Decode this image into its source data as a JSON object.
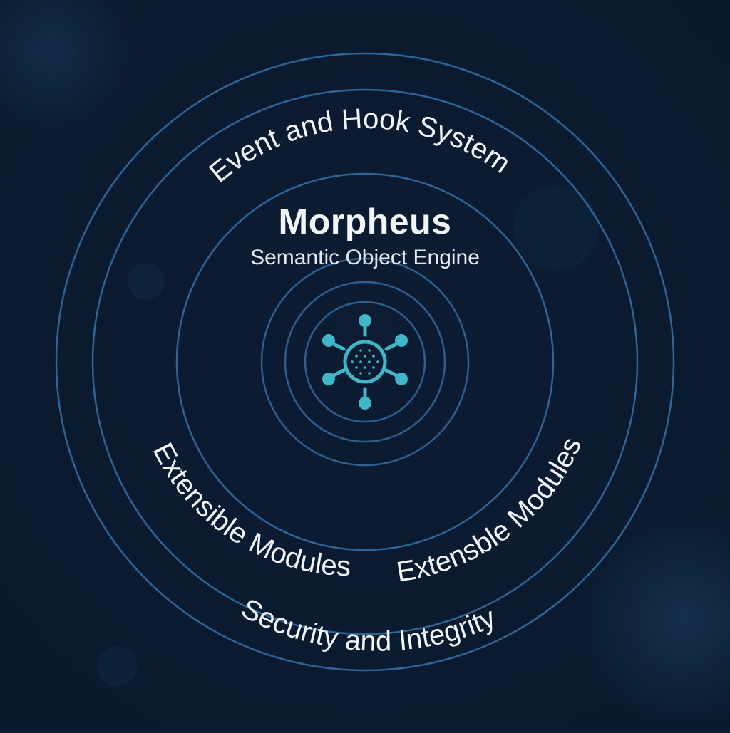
{
  "diagram": {
    "title": "Morpheus",
    "subtitle": "Semantic Object Engine",
    "ring_labels": {
      "top": "Event and Hook System",
      "lower_left": "Extensible Modules",
      "lower_right": "Extensble Modules",
      "bottom": "Security and Integrity"
    },
    "icon": "network-hub-icon",
    "colors": {
      "background": "#0a1a30",
      "ring": "#2f6596",
      "text": "#f2f5f9",
      "icon": "#3fb7c9"
    }
  }
}
